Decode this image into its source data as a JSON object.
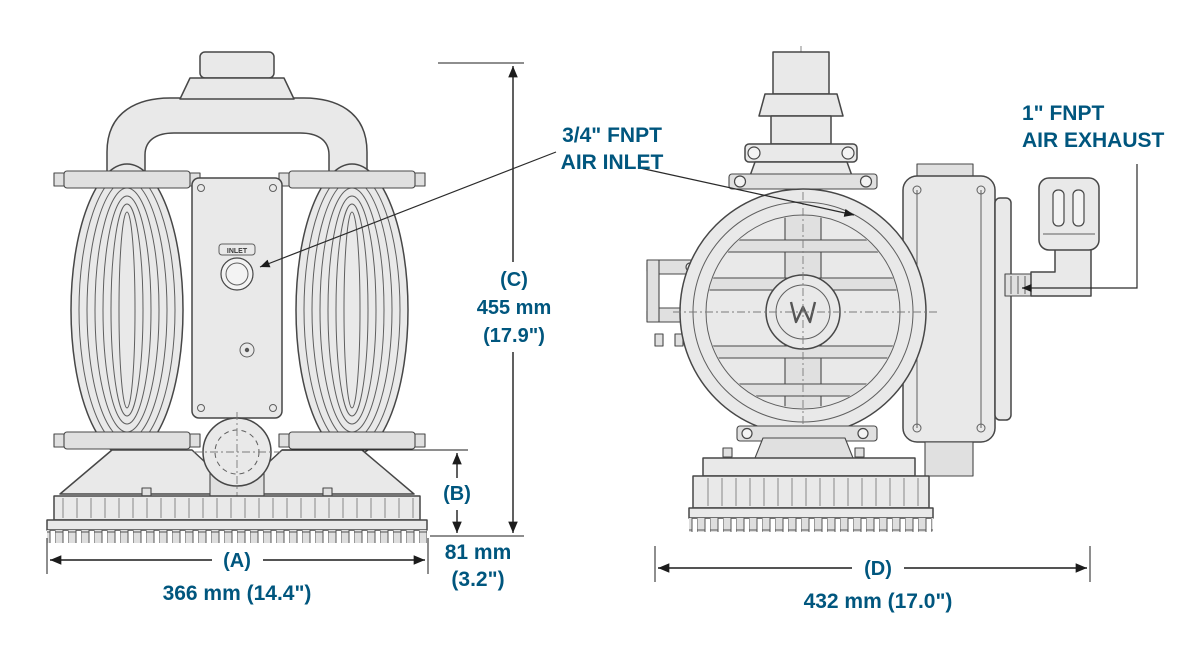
{
  "callouts": {
    "air_inlet": {
      "line1": "3/4\" FNPT",
      "line2": "AIR INLET"
    },
    "air_exhaust": {
      "line1": "1\" FNPT",
      "line2": "AIR EXHAUST"
    }
  },
  "dimensions": {
    "A": {
      "label": "(A)",
      "value": "366 mm (14.4\")"
    },
    "B": {
      "label": "(B)",
      "line1": "81 mm",
      "line2": "(3.2\")"
    },
    "C": {
      "label": "(C)",
      "line1": "455 mm",
      "line2": "(17.9\")"
    },
    "D": {
      "label": "(D)",
      "value": "432 mm (17.0\")"
    }
  },
  "markings": {
    "inlet": "INLET"
  },
  "colors": {
    "accent": "#00567e",
    "line": "#474747",
    "dimension_lines": "#1c1c1c",
    "fill": "#e9e9e9",
    "background": "#ffffff"
  }
}
